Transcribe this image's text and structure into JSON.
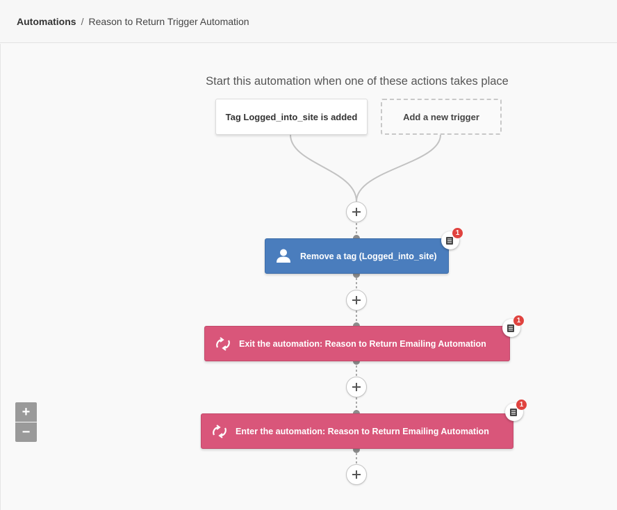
{
  "breadcrumb": {
    "root": "Automations",
    "separator": "/",
    "current": "Reason to Return Trigger Automation"
  },
  "start_text": "Start this automation when one of these actions takes place",
  "triggers": [
    {
      "label": "Tag Logged_into_site is added"
    },
    {
      "label": "Add a new trigger"
    }
  ],
  "actions": [
    {
      "label": "Remove a tag (Logged_into_site)",
      "icon": "user-icon",
      "color": "#4a7dbd",
      "badge": "1"
    },
    {
      "label": "Exit the automation: Reason to Return Emailing Automation",
      "icon": "sync-icon",
      "color": "#d9567a",
      "badge": "1"
    },
    {
      "label": "Enter the automation: Reason to Return Emailing Automation",
      "icon": "sync-icon",
      "color": "#d9567a",
      "badge": "1"
    }
  ],
  "zoom": {
    "in": "+",
    "out": "−"
  },
  "colors": {
    "accent_blue": "#4a7dbd",
    "accent_pink": "#d9567a",
    "badge_red": "#e0433f"
  }
}
